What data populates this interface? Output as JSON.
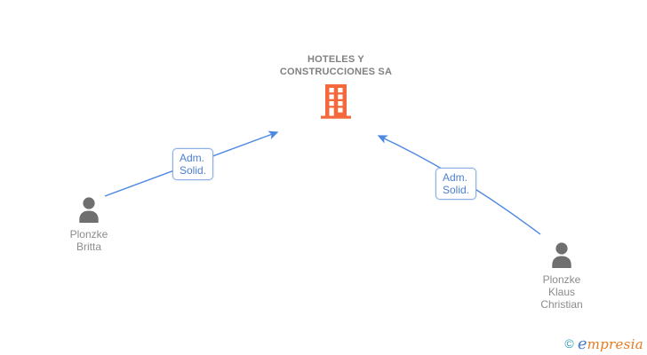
{
  "diagram": {
    "company": {
      "name": "HOTELES Y CONSTRUCCIONES SA",
      "name_lines": [
        "HOTELES Y",
        "CONSTRUCCIONES SA"
      ]
    },
    "people": [
      {
        "name": "Plonzke Britta",
        "name_lines": [
          "Plonzke",
          "Britta"
        ]
      },
      {
        "name": "Plonzke Klaus Christian",
        "name_lines": [
          "Plonzke",
          "Klaus",
          "Christian"
        ]
      }
    ],
    "edges": [
      {
        "from": "Plonzke Britta",
        "to": "HOTELES Y CONSTRUCCIONES SA",
        "label": "Adm. Solid.",
        "label_lines": [
          "Adm.",
          "Solid."
        ]
      },
      {
        "from": "Plonzke Klaus Christian",
        "to": "HOTELES Y CONSTRUCCIONES SA",
        "label": "Adm. Solid.",
        "label_lines": [
          "Adm.",
          "Solid."
        ]
      }
    ]
  },
  "footer": {
    "copyright_symbol": "©",
    "brand": "empresia",
    "brand_initial": "e",
    "brand_rest": "mpresia"
  },
  "icons": {
    "company": "building-icon",
    "person": "person-icon"
  },
  "colors": {
    "background": "#ffffff",
    "edge_blue": "#4b87e3",
    "edge_label_text": "#4d7fd0",
    "edge_label_border": "#8caee6",
    "building_orange": "#f4683b",
    "person_gray": "#6f6f6f",
    "company_name_gray": "#808080",
    "person_name_gray": "#8c8c8c",
    "logo_teal": "#2f9bb0",
    "logo_blue": "#4a7ace",
    "logo_orange": "#e8791e"
  }
}
